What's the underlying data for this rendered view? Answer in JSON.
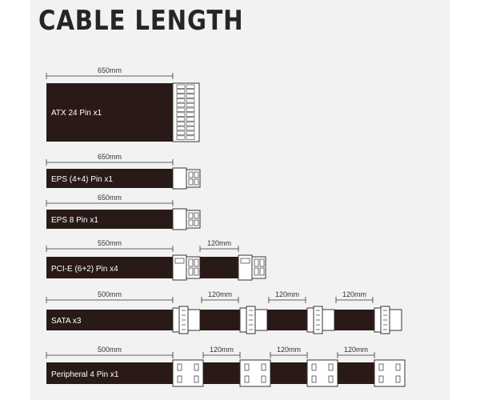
{
  "title": "CABLE LENGTH",
  "colors": {
    "cable": "#2a1a17",
    "connector": "#ffffff",
    "line": "#333333",
    "panel": "#f2f2f2"
  },
  "cables": [
    {
      "label": "ATX 24 Pin x1",
      "length": "650mm"
    },
    {
      "label": "EPS (4+4) Pin x1",
      "length": "650mm"
    },
    {
      "label": "EPS 8 Pin x1",
      "length": "650mm"
    },
    {
      "label": "PCI-E (6+2) Pin x4",
      "length": "550mm",
      "extension_lengths": [
        "120mm"
      ]
    },
    {
      "label": "SATA x3",
      "length": "500mm",
      "extension_lengths": [
        "120mm",
        "120mm",
        "120mm"
      ]
    },
    {
      "label": "Peripheral 4 Pin x1",
      "length": "500mm",
      "extension_lengths": [
        "120mm",
        "120mm",
        "120mm"
      ]
    }
  ]
}
